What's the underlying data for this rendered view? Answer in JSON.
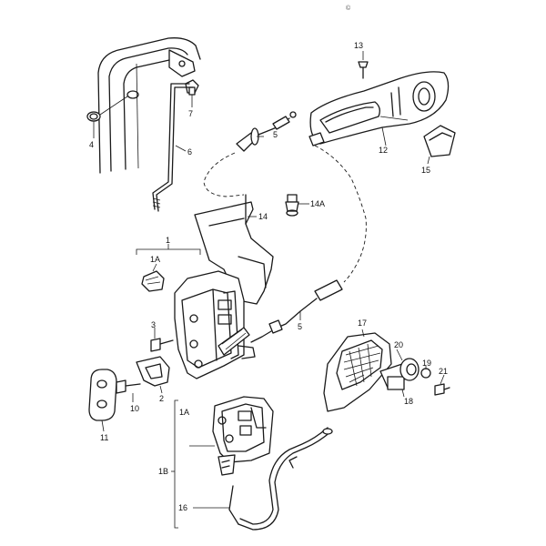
{
  "copyright": "©",
  "callouts": [
    {
      "id": "c-13",
      "text": "13"
    },
    {
      "id": "c-4",
      "text": "4"
    },
    {
      "id": "c-7",
      "text": "7"
    },
    {
      "id": "c-5a",
      "text": "5"
    },
    {
      "id": "c-12",
      "text": "12"
    },
    {
      "id": "c-15",
      "text": "15"
    },
    {
      "id": "c-6",
      "text": "6"
    },
    {
      "id": "c-14A",
      "text": "14A"
    },
    {
      "id": "c-14",
      "text": "14"
    },
    {
      "id": "c-1",
      "text": "1"
    },
    {
      "id": "c-1A-top",
      "text": "1A"
    },
    {
      "id": "c-5b",
      "text": "5"
    },
    {
      "id": "c-3",
      "text": "3"
    },
    {
      "id": "c-17",
      "text": "17"
    },
    {
      "id": "c-20",
      "text": "20"
    },
    {
      "id": "c-19",
      "text": "19"
    },
    {
      "id": "c-21",
      "text": "21"
    },
    {
      "id": "c-18",
      "text": "18"
    },
    {
      "id": "c-2",
      "text": "2"
    },
    {
      "id": "c-10",
      "text": "10"
    },
    {
      "id": "c-11",
      "text": "11"
    },
    {
      "id": "c-1A-bottom",
      "text": "1A"
    },
    {
      "id": "c-1B",
      "text": "1B"
    },
    {
      "id": "c-16",
      "text": "16"
    }
  ]
}
